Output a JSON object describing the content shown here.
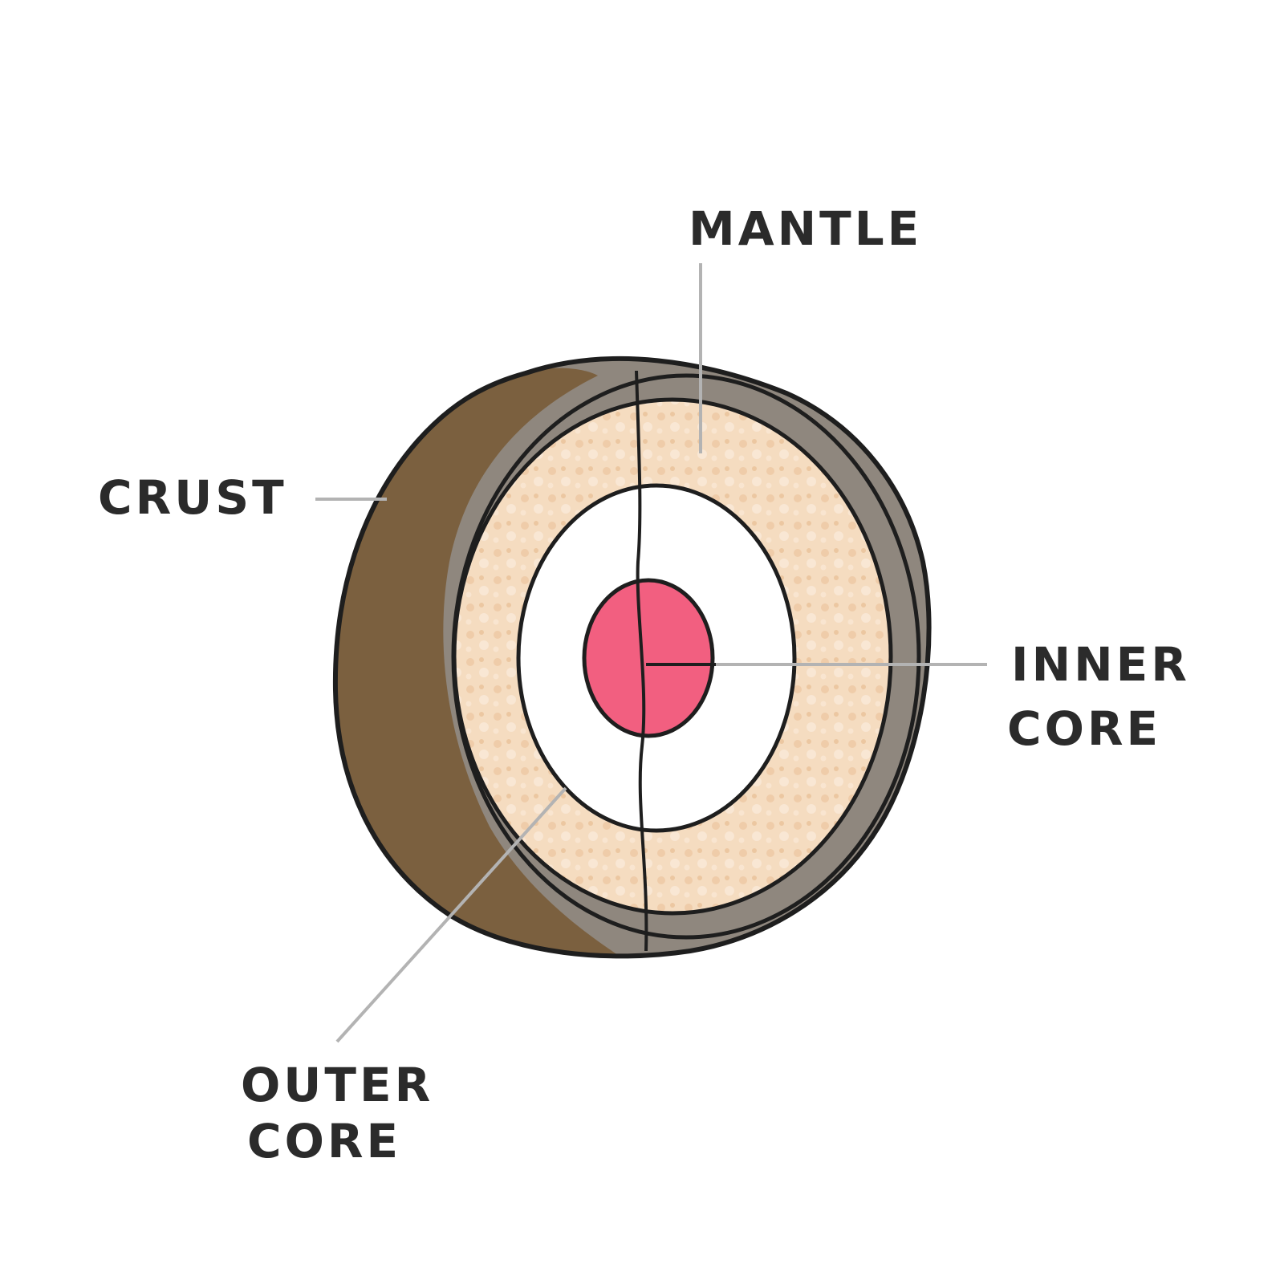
{
  "labels": {
    "mantle": "MANTLE",
    "crust": "CRUST",
    "inner_core_line1": "INNER",
    "inner_core_line2": "CORE",
    "outer_core_line1": "OUTER",
    "outer_core_line2": "CORE"
  },
  "colors": {
    "crust_dark": "#7a5c3a",
    "crust_gray": "#8f877e",
    "mantle": "#f5dcc0",
    "outer_core": "#ffffff",
    "inner_core": "#f25f80",
    "outline": "#1e1e1e",
    "leader_line": "#b3b3b3"
  }
}
